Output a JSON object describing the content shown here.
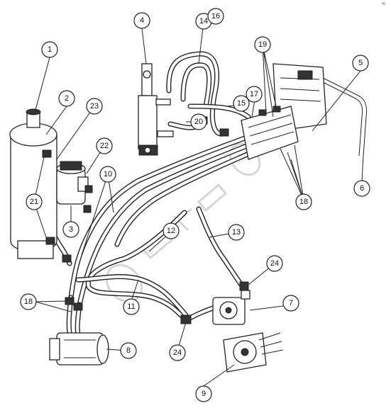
{
  "corner_mark": "≈",
  "callouts": [
    {
      "id": "c1",
      "label": "1"
    },
    {
      "id": "c2",
      "label": "2"
    },
    {
      "id": "c3",
      "label": "3"
    },
    {
      "id": "c4",
      "label": "4"
    },
    {
      "id": "c5",
      "label": "5"
    },
    {
      "id": "c6",
      "label": "6"
    },
    {
      "id": "c7",
      "label": "7"
    },
    {
      "id": "c8",
      "label": "8"
    },
    {
      "id": "c9",
      "label": "9"
    },
    {
      "id": "c10",
      "label": "10"
    },
    {
      "id": "c11",
      "label": "11"
    },
    {
      "id": "c12",
      "label": "12"
    },
    {
      "id": "c13",
      "label": "13"
    },
    {
      "id": "c14",
      "label": "14"
    },
    {
      "id": "c15",
      "label": "15"
    },
    {
      "id": "c16",
      "label": "16"
    },
    {
      "id": "c17",
      "label": "17"
    },
    {
      "id": "c18a",
      "label": "18"
    },
    {
      "id": "c18b",
      "label": "18"
    },
    {
      "id": "c19",
      "label": "19"
    },
    {
      "id": "c20",
      "label": "20"
    },
    {
      "id": "c21",
      "label": "21"
    },
    {
      "id": "c22",
      "label": "22"
    },
    {
      "id": "c23",
      "label": "23"
    },
    {
      "id": "c24a",
      "label": "24"
    },
    {
      "id": "c24b",
      "label": "24"
    }
  ]
}
